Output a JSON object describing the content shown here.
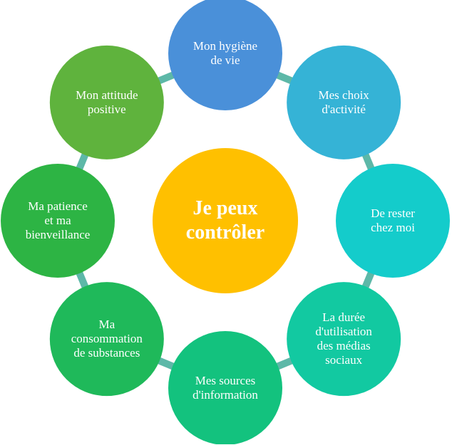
{
  "center": {
    "label": "Je peux\ncontrôler",
    "color": "#FFC000"
  },
  "ring_color": "#5DB8A8",
  "nodes": [
    {
      "label": "Mon hygiène\nde vie",
      "color": "#4A90D9"
    },
    {
      "label": "Mes choix\nd'activité",
      "color": "#35B3D6"
    },
    {
      "label": "De rester\nchez moi",
      "color": "#14CCCB"
    },
    {
      "label": "La durée\nd'utilisation\ndes médias\nsociaux",
      "color": "#12C9A1"
    },
    {
      "label": "Mes sources\nd'information",
      "color": "#13C27E"
    },
    {
      "label": "Ma\nconsommation\nde substances",
      "color": "#1FB95A"
    },
    {
      "label": "Ma patience\net ma\nbienveillance",
      "color": "#2DB444"
    },
    {
      "label": "Mon attitude\npositive",
      "color": "#5FB33D"
    }
  ]
}
